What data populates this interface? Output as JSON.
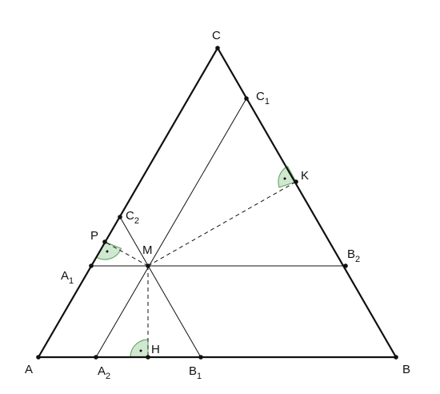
{
  "labels": {
    "A": "A",
    "B": "B",
    "C": "C",
    "M": "M",
    "P": "P",
    "K": "K",
    "H": "H",
    "A1": "A",
    "B1": "B",
    "C1": "C",
    "A2": "A",
    "B2": "B",
    "C2": "C",
    "sub1": "1",
    "sub2": "2"
  },
  "colors": {
    "stroke": "#111111",
    "right_angle_fill": "#cfe8cf",
    "right_angle_stroke": "#5aa05a"
  }
}
